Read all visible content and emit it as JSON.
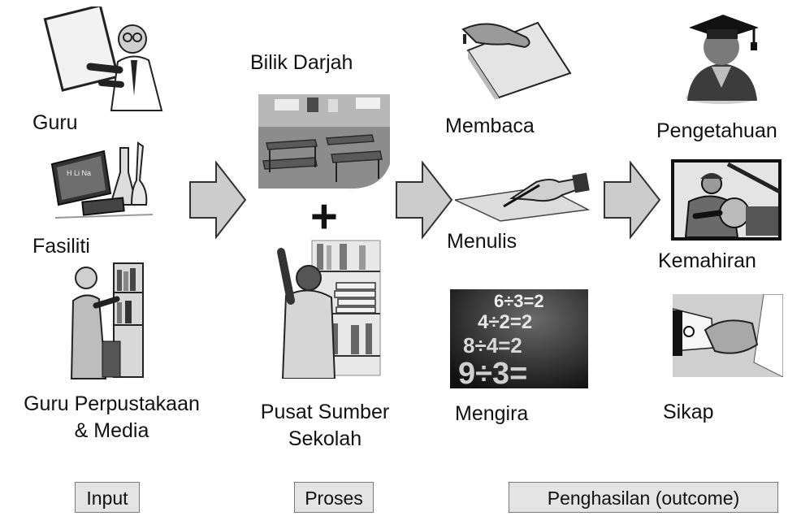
{
  "input": {
    "guru": "Guru",
    "fasiliti": "Fasiliti",
    "guru_perpustakaan_line1": "Guru Perpustakaan",
    "guru_perpustakaan_line2": "& Media"
  },
  "proses": {
    "bilik_darjah": "Bilik Darjah",
    "plus": "+",
    "pusat_sumber_line1": "Pusat Sumber",
    "pusat_sumber_line2": "Sekolah"
  },
  "skills": {
    "membaca": "Membaca",
    "menulis": "Menulis",
    "mengira": "Mengira",
    "math_line1": "6÷3=2",
    "math_line2": "4÷2=2",
    "math_line3": "8÷4=2",
    "math_line4": "9÷3="
  },
  "outcomes": {
    "pengetahuan": "Pengetahuan",
    "kemahiran": "Kemahiran",
    "sikap": "Sikap"
  },
  "stages": {
    "input": "Input",
    "proses": "Proses",
    "outcome": "Penghasilan (outcome)"
  },
  "colors": {
    "arrow_fill": "#cccccc",
    "arrow_stroke": "#333333",
    "box_fill": "#e4e4e4"
  }
}
